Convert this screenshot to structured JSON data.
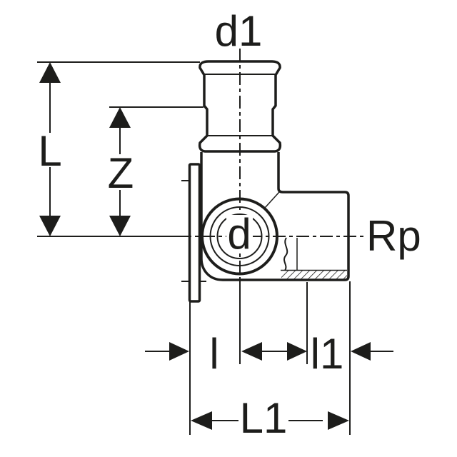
{
  "page": {
    "background": "#ffffff",
    "ink_color": "#1d1d1b"
  },
  "drawing": {
    "kind": "technical dimension drawing of elbow pipe fitting with wall flange",
    "labels": {
      "d1": "d1",
      "L": "L",
      "Z": "Z",
      "d": "d",
      "Rp": "Rp",
      "l": "l",
      "l1": "l1",
      "L1": "L1"
    }
  }
}
